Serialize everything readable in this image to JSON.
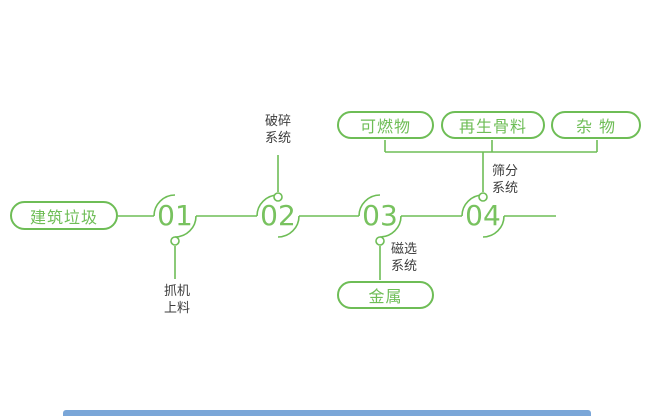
{
  "colors": {
    "green": "#6ebd56",
    "number_green": "#78c25f",
    "label_text": "#3d3d3d",
    "bottom_bar_blue": "#7aa6d8",
    "background": "#ffffff"
  },
  "flow": {
    "source": "建筑垃圾",
    "steps": [
      {
        "num": "01",
        "system": [
          "抓机",
          "上料"
        ]
      },
      {
        "num": "02",
        "system": [
          "破碎",
          "系统"
        ]
      },
      {
        "num": "03",
        "system": [
          "磁选",
          "系统"
        ]
      },
      {
        "num": "04",
        "system": [
          "筛分",
          "系统"
        ]
      }
    ],
    "outputs": {
      "combustible": "可燃物",
      "recycled_aggregate": "再生骨料",
      "misc": "杂 物",
      "metal": "金属"
    }
  }
}
